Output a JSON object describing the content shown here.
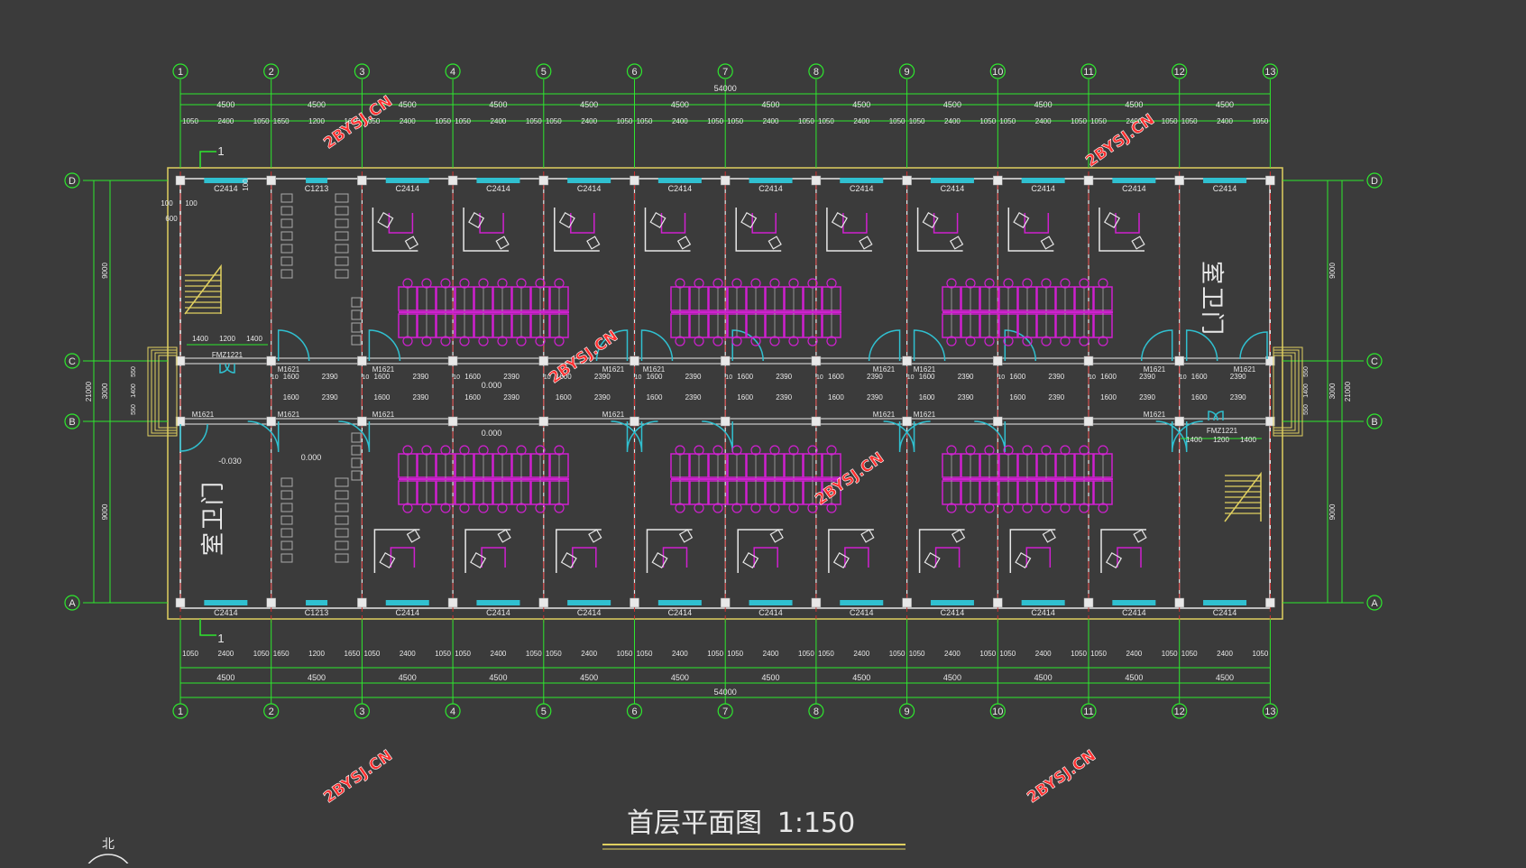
{
  "drawing": {
    "title": "首层平面图",
    "scale": "1:150",
    "north_label": "北",
    "watermark": "2BYSJ.CN",
    "axes_x": [
      "1",
      "2",
      "3",
      "4",
      "5",
      "6",
      "7",
      "8",
      "9",
      "10",
      "11",
      "12",
      "13"
    ],
    "axes_y": [
      "D",
      "C",
      "B",
      "A"
    ],
    "total_length": "54000",
    "total_width": "21000",
    "bay_spacings": [
      "4500",
      "4500",
      "4500",
      "4500",
      "4500",
      "4500",
      "4500",
      "4500",
      "4500",
      "4500",
      "4500",
      "4500"
    ],
    "top_detail_dims": [
      "1050",
      "2400",
      "1050",
      "1650",
      "1200",
      "1650",
      "1050",
      "2400",
      "1050",
      "1050",
      "2400",
      "1050",
      "1050",
      "2400",
      "1050",
      "1050",
      "2400",
      "1050",
      "1050",
      "2400",
      "1050",
      "1050",
      "2400",
      "1050",
      "1050",
      "2400",
      "1050",
      "1050",
      "2400",
      "1050",
      "1050",
      "2400",
      "1050",
      "1050",
      "2400",
      "1050",
      "1050",
      "2400",
      "1050",
      "1050",
      "2400",
      "1050"
    ],
    "side_dims": [
      "9000",
      "3000",
      "9000"
    ],
    "side_small_dims": [
      "550",
      "1400",
      "550"
    ],
    "window_labels_top": [
      "C2414",
      "C1213",
      "C2414",
      "C2414",
      "C2414",
      "C2414",
      "C2414",
      "C2414",
      "C2414",
      "C2414",
      "C2414",
      "C2414"
    ],
    "window_labels_bottom": [
      "C2414",
      "C1213",
      "C2414",
      "C2414",
      "C2414",
      "C2414",
      "C2414",
      "C2414",
      "C2414",
      "C2414",
      "C2414",
      "C2414"
    ],
    "door_label": "M1621",
    "fire_door_label": "FMZ1221",
    "corridor_dims": [
      "1600",
      "2390",
      "10"
    ],
    "entrance_dims": [
      "1400",
      "1200",
      "1400"
    ],
    "room_label_guard": "门卫室",
    "elevation_labels": [
      "0.000",
      "±0.000",
      "-0.030"
    ],
    "dim_100": "100",
    "dim_600": "600",
    "section_mark": "1"
  }
}
